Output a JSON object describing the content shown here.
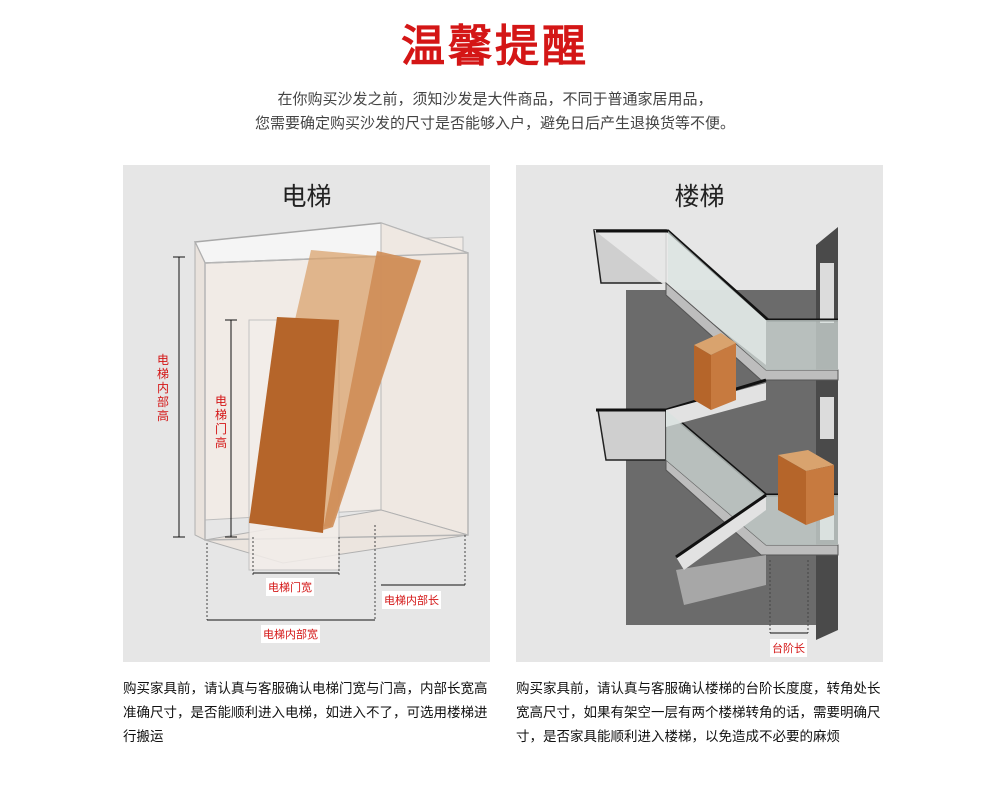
{
  "header": {
    "title": "温馨提醒",
    "intro_line1": "在你购买沙发之前，须知沙发是大件商品，不同于普通家居用品，",
    "intro_line2": "您需要确定购买沙发的尺寸是否能够入户，避免日后产生退换货等不便。"
  },
  "elevator": {
    "title": "电梯",
    "label_inner_height": "电梯内部高",
    "label_door_height": "电梯门高",
    "label_door_width": "电梯门宽",
    "label_inner_length": "电梯内部长",
    "label_inner_width": "电梯内部宽",
    "caption": "购买家具前，请认真与客服确认电梯门宽与门高，内部长宽高准确尺寸，是否能顺利进入电梯，如进入不了，可选用楼梯进行搬运"
  },
  "stairs": {
    "title": "楼梯",
    "label_step_length": "台阶长",
    "caption": "购买家具前，请认真与客服确认楼梯的台阶长度度，转角处长宽高尺寸，如果有架空一层有两个楼梯转角的话，需要明确尺寸，是否家具能顺利进入楼梯，以免造成不必要的麻烦"
  },
  "colors": {
    "accent_red": "#d41616",
    "box_brown": "#b5652a",
    "box_tan": "#d9a36e",
    "wall_gray": "#6b6b6b"
  }
}
